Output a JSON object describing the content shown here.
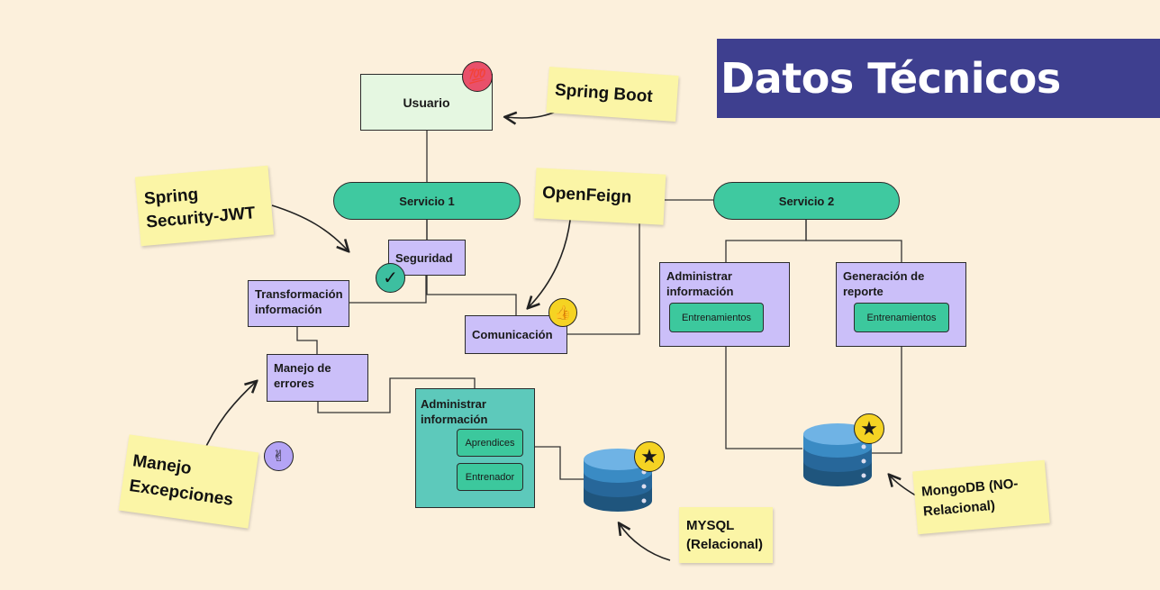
{
  "title": "Datos Técnicos",
  "nodes": {
    "usuario": "Usuario",
    "servicio1": "Servicio 1",
    "servicio2": "Servicio 2",
    "seguridad": "Seguridad",
    "transformacion": "Transformación información",
    "comunicacion": "Comunicación",
    "manejo_errores": "Manejo de errores",
    "admin_info_left": "Administrar información",
    "aprendices": "Aprendices",
    "entrenador": "Entrenador",
    "admin_info_right": "Administrar información",
    "entrenamientos_1": "Entrenamientos",
    "generacion_reporte": "Generación de reporte",
    "entrenamientos_2": "Entrenamientos"
  },
  "stickies": {
    "spring_boot": "Spring Boot",
    "spring_security": "Spring Security-JWT",
    "openfeign": "OpenFeign",
    "manejo_excepciones": "Manejo Excepciones",
    "mysql": "MYSQL (Relacional)",
    "mongodb": "MongoDB (NO-Relacional)"
  },
  "badges": {
    "hundred": "💯",
    "check": "✓",
    "thumbs_up": "👍",
    "victory": "✌",
    "star_mysql": "★",
    "star_mongo": "★"
  },
  "icons": {
    "database_mysql": "database-icon",
    "database_mongo": "database-icon"
  },
  "colors": {
    "banner": "#3e3f8f",
    "pill_green": "#3fc9a0",
    "purple_box": "#cbbff9",
    "teal_card": "#5dc9bb",
    "sticky": "#fbf5a6",
    "background": "#fcf0dc",
    "database": "#2f6f9f"
  }
}
